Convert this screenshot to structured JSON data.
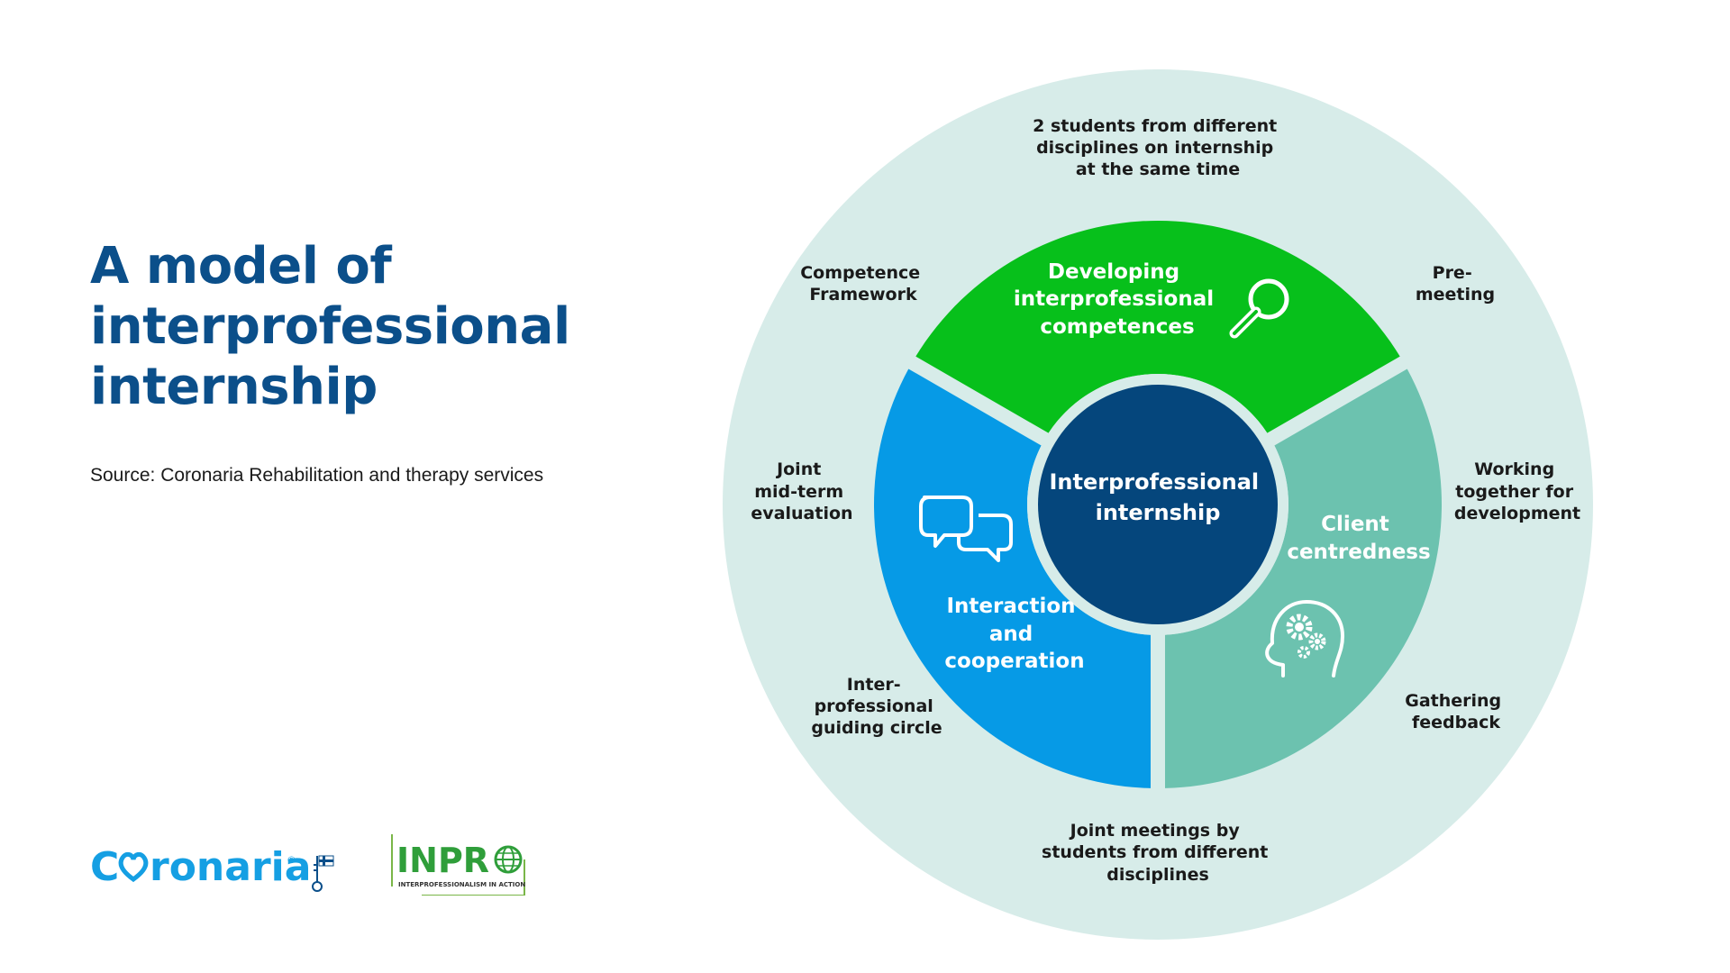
{
  "title": {
    "line1": "A model of",
    "line2": "interprofessional",
    "line3": "internship"
  },
  "source": "Source: Coronaria Rehabilitation and therapy services",
  "colors": {
    "title": "#0b4f8a",
    "outer_ring": "#d7ece9",
    "segment_green": "#07c01b",
    "segment_blue": "#069ae6",
    "segment_teal": "#6cc2af",
    "center": "#05467c"
  },
  "center": {
    "line1": "Interprofessional",
    "line2": "internship"
  },
  "segments": {
    "top": {
      "line1": "Developing",
      "line2": "interprofessional",
      "line3": "competences",
      "icon": "magnifier-icon"
    },
    "right": {
      "line1": "Client",
      "line2": "centredness",
      "icon": "head-gears-icon"
    },
    "left": {
      "line1": "Interaction",
      "line2": "and",
      "line3": "cooperation",
      "icon": "speech-bubbles-icon"
    }
  },
  "outer_items": {
    "top": [
      "2 students from different",
      "disciplines on internship",
      "at the same time"
    ],
    "top_right": [
      "Pre-",
      "meeting"
    ],
    "right": [
      "Working",
      "together for",
      "development"
    ],
    "bottom_right": [
      "Gathering",
      "feedback"
    ],
    "bottom": [
      "Joint meetings by",
      "students from different",
      "disciplines"
    ],
    "bottom_left": [
      "Inter-",
      "professional",
      "guiding circle"
    ],
    "left": [
      "Joint",
      "mid-term",
      "evaluation"
    ],
    "top_left": [
      "Competence",
      "Framework"
    ]
  },
  "logos": {
    "coronaria": {
      "text_before": "C",
      "text_after": "ronaria",
      "registered": "®"
    },
    "inpro": {
      "text": "INPR",
      "tagline": "INTERPROFESSIONALISM IN ACTION"
    }
  }
}
